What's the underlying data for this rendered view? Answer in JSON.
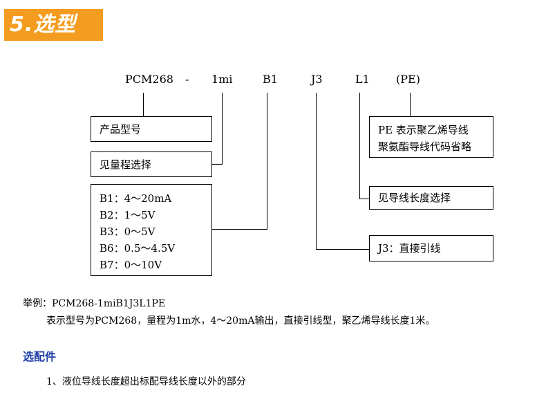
{
  "header": {
    "title": "5.选型"
  },
  "model_code": {
    "parts": [
      "PCM268",
      "-",
      "1mi",
      "B1",
      "J3",
      "L1",
      "(PE)"
    ]
  },
  "boxes": {
    "product_model": "产品型号",
    "range_selection": "见量程选择",
    "output_options": [
      "B1：4～20mA",
      "B2：1～5V",
      "B3：0～5V",
      "B6：0.5～4.5V",
      "B7：0～10V"
    ],
    "pe_note": [
      "PE 表示聚乙烯导线",
      "聚氨酯导线代码省略"
    ],
    "wire_length": "见导线长度选择",
    "j3": "J3：直接引线"
  },
  "example": {
    "label": "举例：PCM268-1miB1J3L1PE",
    "description": "表示型号为PCM268，量程为1m水，4～20mA输出，直接引线型，聚乙烯导线长度1米。"
  },
  "accessories": {
    "title": "选配件",
    "item1": "1、液位导线长度超出标配导线长度以外的部分"
  }
}
